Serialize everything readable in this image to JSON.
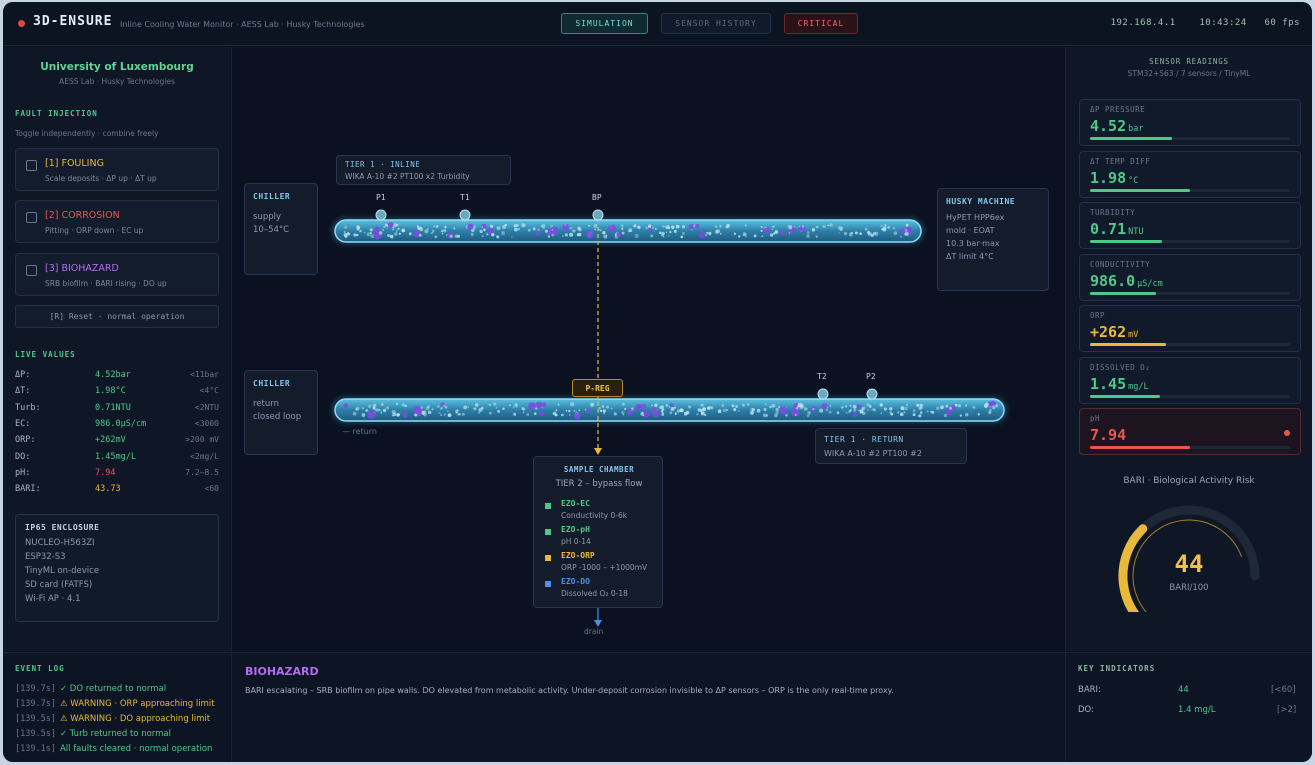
{
  "header": {
    "brand": "3D-ENSURE",
    "subtitle": "Inline Cooling Water Monitor · AESS Lab · Husky Technologies",
    "modes": [
      {
        "label": "SIMULATION",
        "state": "active"
      },
      {
        "label": "SENSOR HISTORY",
        "state": "inactive"
      },
      {
        "label": "CRITICAL",
        "state": "alert"
      }
    ],
    "ip": "192.168.4.1",
    "time": "10:43:24",
    "fps": "60 fps"
  },
  "left": {
    "org": "University of Luxembourg",
    "org_sub": "AESS Lab · Husky Technologies",
    "fault_title": "FAULT INJECTION",
    "fault_hint": "Toggle independently · combine freely",
    "faults": [
      {
        "title": "[1] FOULING",
        "desc": "Scale deposits · ΔP up · ΔT up",
        "color": "#e8b93a"
      },
      {
        "title": "[2] CORROSION",
        "desc": "Pitting · ORP down · EC up",
        "color": "#e8574f"
      },
      {
        "title": "[3] BIOHAZARD",
        "desc": "SRB biofilm · BARI rising · DO up",
        "color": "#b46cf0"
      }
    ],
    "reset_label": "[R] Reset · normal operation",
    "live_title": "LIVE VALUES",
    "live": [
      {
        "k": "ΔP:",
        "v": "4.52bar",
        "l": "<11bar",
        "c": "#4ec98a"
      },
      {
        "k": "ΔT:",
        "v": "1.98°C",
        "l": "<4°C",
        "c": "#4ec98a"
      },
      {
        "k": "Turb:",
        "v": "0.71NTU",
        "l": "<2NTU",
        "c": "#4ec98a"
      },
      {
        "k": "EC:",
        "v": "986.0µS/cm",
        "l": "<3000",
        "c": "#4ec98a"
      },
      {
        "k": "ORP:",
        "v": "+262mV",
        "l": ">200 mV",
        "c": "#4ec98a"
      },
      {
        "k": "DO:",
        "v": "1.45mg/L",
        "l": "<2mg/L",
        "c": "#4ec98a"
      },
      {
        "k": "pH:",
        "v": "7.94",
        "l": "7.2–8.5",
        "c": "#e8574f"
      },
      {
        "k": "BARI:",
        "v": "43.73",
        "l": "<60",
        "c": "#e8b93a"
      }
    ],
    "enclosure_title": "IP65 ENCLOSURE",
    "enclosure": [
      "NUCLEO-H563ZI",
      "ESP32-S3",
      "TinyML on-device",
      "SD card (FATFS)",
      "Wi-Fi AP · 4.1"
    ]
  },
  "center": {
    "tier1_inline_title": "TIER 1 · INLINE",
    "tier1_inline_desc": "WIKA A-10 #2 PT100 x2 Turbidity",
    "chiller_supply": {
      "title": "CHILLER",
      "l1": "supply",
      "l2": "10–54°C"
    },
    "chiller_return": {
      "title": "CHILLER",
      "l1": "return",
      "l2": "closed loop"
    },
    "husky": {
      "title": "HUSKY MACHINE",
      "lines": [
        "HyPET HPP6ex",
        "mold · EOAT",
        "10.3 bar·max",
        "ΔT limit 4°C"
      ]
    },
    "top_sensors": [
      "P1",
      "T1",
      "BP"
    ],
    "bottom_sensors": [
      "T2",
      "P2"
    ],
    "preg_label": "P-REG",
    "return_label": "— return",
    "tier1_return_title": "TIER 1 · RETURN",
    "tier1_return_desc": "WIKA A-10 #2 PT100 #2",
    "sample": {
      "title": "SAMPLE CHAMBER",
      "sub": "TIER 2 – bypass flow",
      "items": [
        {
          "name": "EZO-EC",
          "desc": "Conductivity 0-6k",
          "color": "#4ec98a"
        },
        {
          "name": "EZO-pH",
          "desc": "pH 0-14",
          "color": "#4ec98a"
        },
        {
          "name": "EZO-ORP",
          "desc": "ORP -1000 – +1000mV",
          "color": "#e8b93a"
        },
        {
          "name": "EZO-DO",
          "desc": "Dissolved O₂ 0-18",
          "color": "#4a8fe8"
        }
      ]
    },
    "drain_label": "drain"
  },
  "right": {
    "title": "SENSOR READINGS",
    "sub": "STM32+S63 / 7 sensors / TinyML",
    "sensors": [
      {
        "label": "ΔP PRESSURE",
        "value": "4.52",
        "unit": "bar",
        "color": "#4ec98a",
        "fill": 0.41
      },
      {
        "label": "ΔT TEMP DIFF",
        "value": "1.98",
        "unit": "°C",
        "color": "#4ec98a",
        "fill": 0.5
      },
      {
        "label": "TURBIDITY",
        "value": "0.71",
        "unit": "NTU",
        "color": "#4ec98a",
        "fill": 0.36
      },
      {
        "label": "CONDUCTIVITY",
        "value": "986.0",
        "unit": "µS/cm",
        "color": "#4ec98a",
        "fill": 0.33
      },
      {
        "label": "ORP",
        "value": "+262",
        "unit": "mV",
        "color": "#e8b93a",
        "fill": 0.38
      },
      {
        "label": "DISSOLVED O₂",
        "value": "1.45",
        "unit": "mg/L",
        "color": "#4ec98a",
        "fill": 0.35
      },
      {
        "label": "pH",
        "value": "7.94",
        "unit": "",
        "color": "#e8574f",
        "fill": 0.5
      }
    ],
    "bari_title": "BARI · Biological Activity Risk",
    "bari_value": "44",
    "bari_unit": "BARI/100",
    "bari_fraction": 0.44
  },
  "bottom": {
    "log_title": "EVENT LOG",
    "events": [
      {
        "time": "[139.7s]",
        "msg": "✓ DO returned to normal",
        "color": "#4ec98a"
      },
      {
        "time": "[139.7s]",
        "msg": "⚠ WARNING · ORP approaching limit",
        "color": "#e8b93a"
      },
      {
        "time": "[139.5s]",
        "msg": "⚠ WARNING · DO approaching limit",
        "color": "#e8b93a"
      },
      {
        "time": "[139.5s]",
        "msg": "✓ Turb returned to normal",
        "color": "#4ec98a"
      },
      {
        "time": "[139.1s]",
        "msg": "All faults cleared · normal operation",
        "color": "#4ec98a"
      }
    ],
    "alert_title": "BIOHAZARD",
    "alert_desc": "BARI escalating – SRB biofilm on pipe walls. DO elevated from metabolic activity. Under-deposit corrosion invisible to ΔP sensors – ORP is the only real-time proxy.",
    "ki_title": "KEY INDICATORS",
    "indicators": [
      {
        "k": "BARI:",
        "v": "44",
        "l": "[<60]"
      },
      {
        "k": "DO:",
        "v": "1.4 mg/L",
        "l": "[>2]"
      }
    ]
  }
}
